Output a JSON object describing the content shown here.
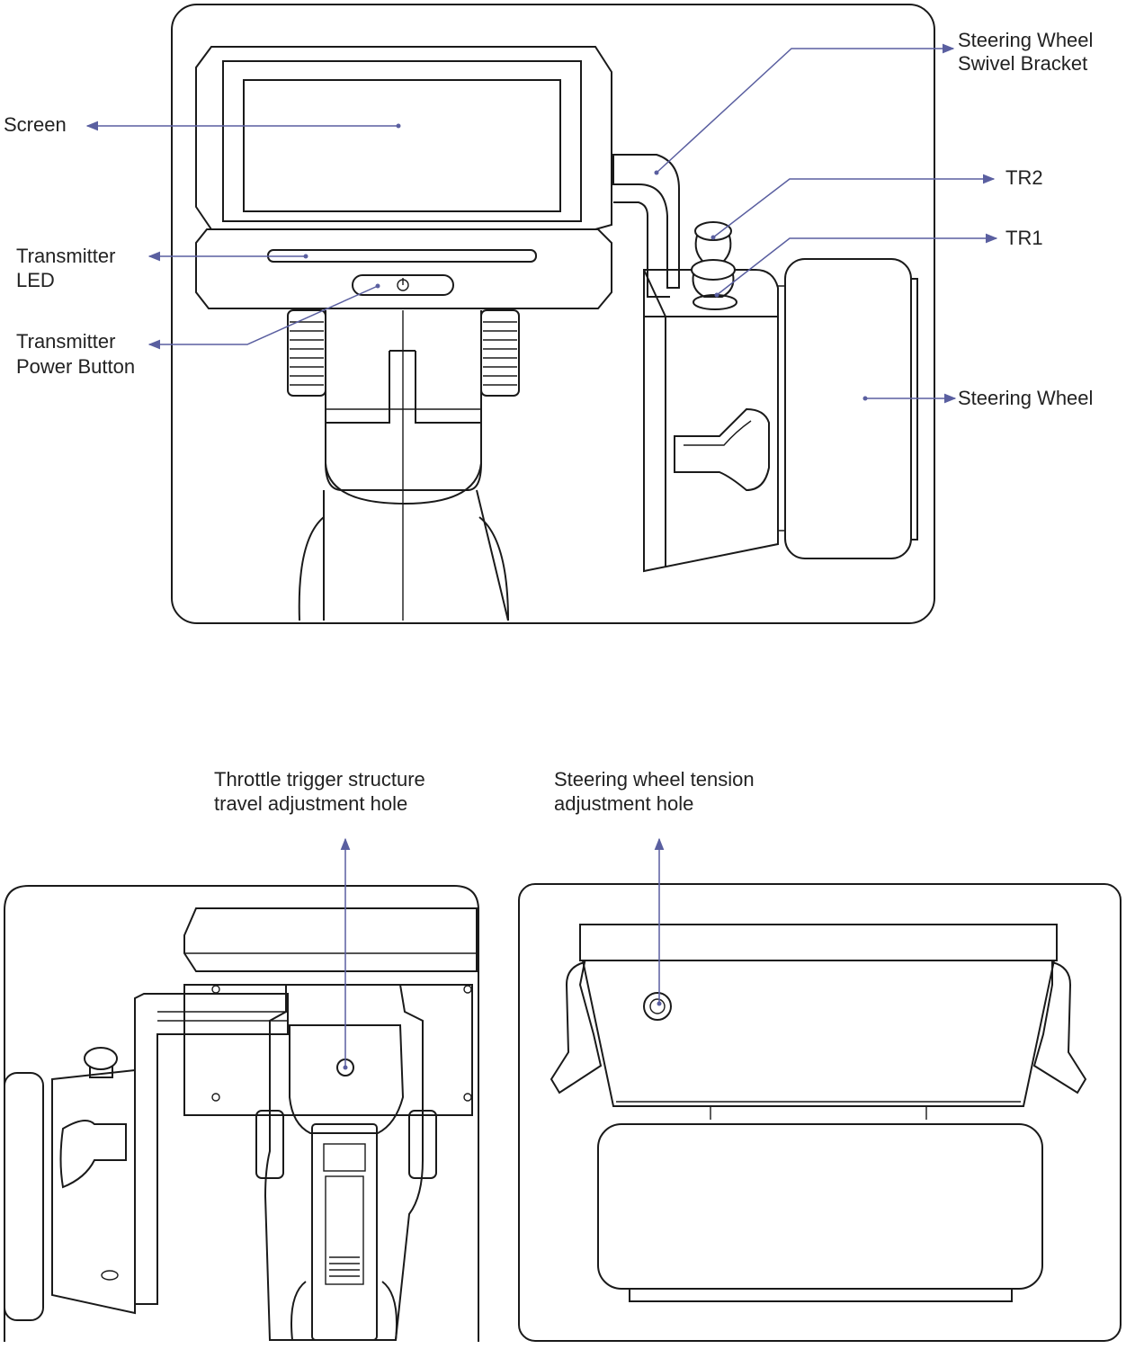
{
  "labels": {
    "screen": "Screen",
    "transmitter_led_1": "Transmitter",
    "transmitter_led_2": "LED",
    "power_button_1": "Transmitter",
    "power_button_2": "Power Button",
    "swivel_bracket_1": "Steering Wheel",
    "swivel_bracket_2": "Swivel Bracket",
    "tr2": "TR2",
    "tr1": "TR1",
    "steering_wheel": "Steering Wheel",
    "throttle_hole_1": "Throttle trigger structure",
    "throttle_hole_2": "travel adjustment hole",
    "tension_hole_1": "Steering wheel tension",
    "tension_hole_2": "adjustment hole"
  },
  "colors": {
    "callout": "#5a5fa0",
    "outline": "#1a1a1a",
    "background": "#ffffff"
  }
}
